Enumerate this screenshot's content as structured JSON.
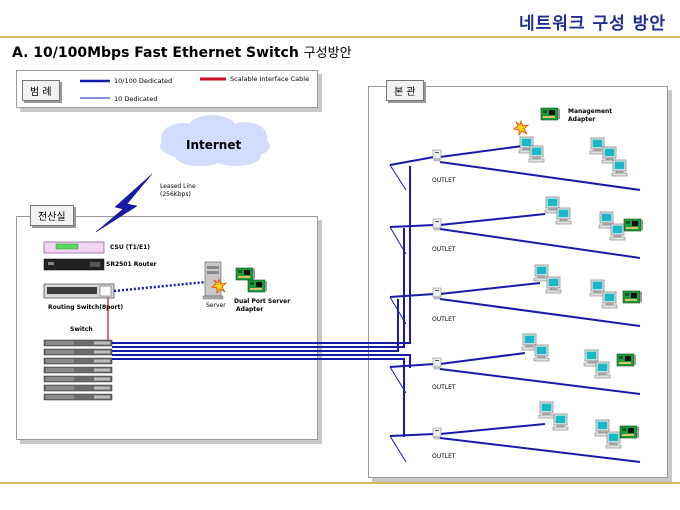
{
  "page_title": "네트워크 구성 방안",
  "heading": {
    "main": "A. 10/100Mbps Fast Ethernet Switch",
    "sub": "구성방안"
  },
  "legend": {
    "tag": "범 례",
    "items": [
      {
        "label": "10/100 Dedicated",
        "color": "#1a1aaa"
      },
      {
        "label": "10 Dedicated",
        "color": "#1a1aaa"
      },
      {
        "label": "Scalable Interface Cable",
        "color": "#cc1122"
      }
    ]
  },
  "internet": {
    "label": "Internet",
    "link_label_1": "Leased Line",
    "link_label_2": "(256Kbps)"
  },
  "computer_room": {
    "tag": "전산실",
    "csu_label": "CSU (T1/E1)",
    "router_label": "SR2501 Router",
    "routing_switch_label": "Routing Switch(8port)",
    "switch_label": "Switch",
    "server_label": "Server",
    "adapter_label_1": "Dual Port Server",
    "adapter_label_2": "Adapter"
  },
  "main_building": {
    "tag": "본 관",
    "management_label_1": "Management",
    "management_label_2": "Adapter",
    "outlet_label": "OUTLET"
  },
  "colors": {
    "title": "#1f2f8f",
    "link_blue": "#1a1aaa",
    "accent_red": "#cc1122",
    "rule_gold": "#d9b85a"
  }
}
